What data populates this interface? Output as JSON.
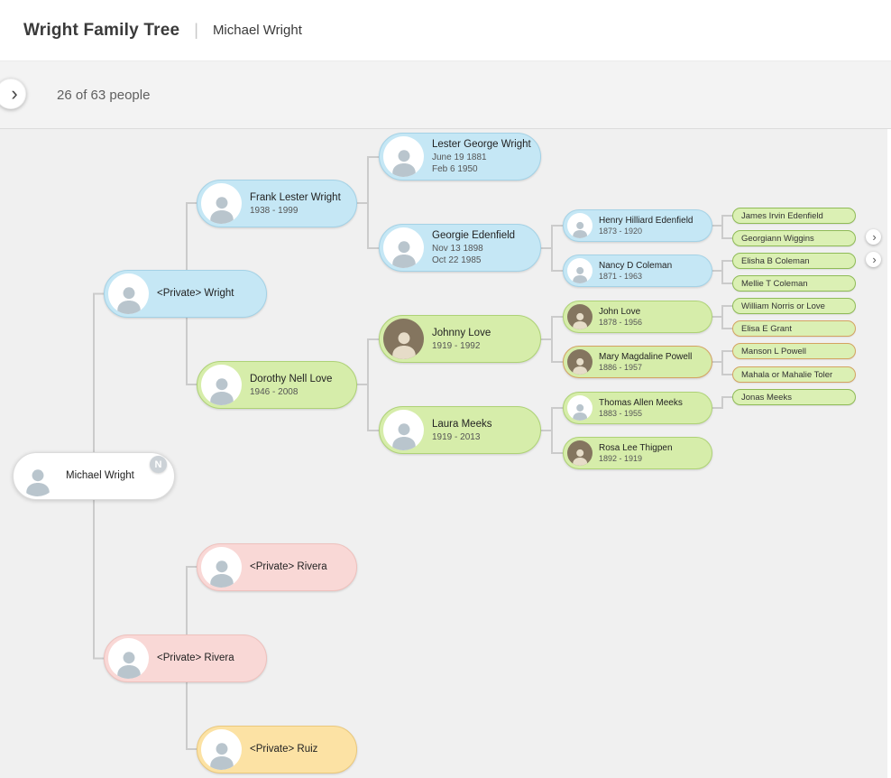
{
  "theme": {
    "header_bg": "#ffffff",
    "toolbar_bg": "#f3f3f3",
    "canvas_bg": "#f0f0f0",
    "line": "#cbcbcb",
    "blue_bg": "#c5e7f5",
    "blue_border": "#a4d2e6",
    "green_bg": "#d6edaa",
    "green_border": "#aed276",
    "pink_bg": "#f9d8d6",
    "pink_border": "#eec1bd",
    "yellow_bg": "#fce2a4",
    "yellow_border": "#eac87c",
    "white_bg": "#ffffff",
    "white_border": "#dcdcdc",
    "pill_bg": "#dbf0b4",
    "pill_border": "#8fbb57",
    "tan_border": "#d4a361",
    "silhouette": "#b9c5cd",
    "photo_bg": "#84755f",
    "photo_fg": "#e6dcc8",
    "badge_bg": "#ccd2d7",
    "text_primary": "#222222",
    "text_secondary": "#555555"
  },
  "icons": {
    "chevron_right": "›"
  },
  "header": {
    "tree_title": "Wright Family Tree",
    "divider": "|",
    "focus_person": "Michael Wright"
  },
  "toolbar": {
    "people_count": "26 of 63 people"
  },
  "tree": {
    "root": {
      "name": "Michael Wright",
      "badge": "N"
    },
    "nodes": {
      "private_wright": {
        "name": "<Private> Wright"
      },
      "private_rivera_parent": {
        "name": "<Private> Rivera"
      },
      "frank_lester_wright": {
        "name": "Frank Lester Wright",
        "dates": "1938 - 1999"
      },
      "dorothy_nell_love": {
        "name": "Dorothy Nell Love",
        "dates": "1946 - 2008"
      },
      "private_rivera": {
        "name": "<Private> Rivera"
      },
      "private_ruiz": {
        "name": "<Private> Ruiz"
      },
      "lester_george_wright": {
        "name": "Lester George Wright",
        "birth": "June 19 1881",
        "death": "Feb 6 1950"
      },
      "georgie_edenfield": {
        "name": "Georgie Edenfield",
        "birth": "Nov 13 1898",
        "death": "Oct 22 1985"
      },
      "johnny_love": {
        "name": "Johnny Love",
        "dates": "1919 - 1992"
      },
      "laura_meeks": {
        "name": "Laura Meeks",
        "dates": "1919 - 2013"
      },
      "henry_hilliard_edenfield": {
        "name": "Henry Hilliard Edenfield",
        "dates": "1873 - 1920"
      },
      "nancy_d_coleman": {
        "name": "Nancy D Coleman",
        "dates": "1871 - 1963"
      },
      "john_love": {
        "name": "John Love",
        "dates": "1878 - 1956"
      },
      "mary_magdaline_powell": {
        "name": "Mary Magdaline Powell",
        "dates": "1886 - 1957"
      },
      "thomas_allen_meeks": {
        "name": "Thomas Allen Meeks",
        "dates": "1883 - 1955"
      },
      "rosa_lee_thigpen": {
        "name": "Rosa Lee Thigpen",
        "dates": "1892 - 1919"
      }
    },
    "pills": {
      "james_irvin_edenfield": "James Irvin Edenfield",
      "georgiann_wiggins": "Georgiann Wiggins",
      "elisha_b_coleman": "Elisha B Coleman",
      "mellie_t_coleman": "Mellie T Coleman",
      "william_norris_or_love": "William Norris or Love",
      "elisa_e_grant": "Elisa E Grant",
      "manson_l_powell": "Manson L Powell",
      "mahala_or_mahalie_toler": "Mahala or Mahalie Toler",
      "jonas_meeks": "Jonas Meeks"
    }
  }
}
